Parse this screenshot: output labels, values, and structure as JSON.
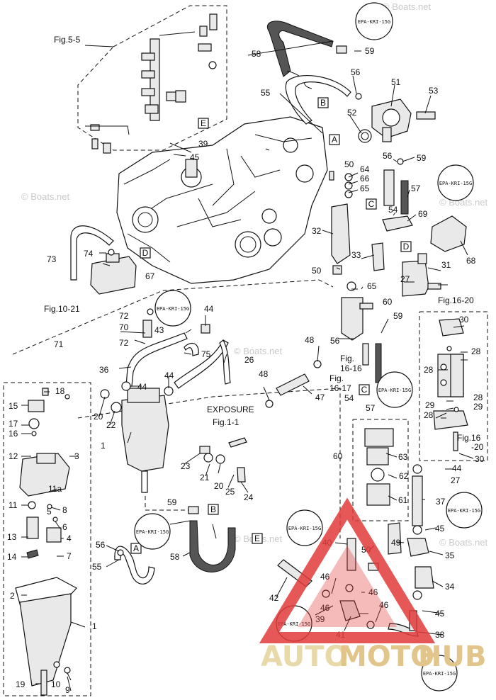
{
  "watermark": "© Boats.net",
  "figure_refs": {
    "fig_5_5": "Fig.5-5",
    "fig_10_21": "Fig.10-21",
    "fig_16_20": "Fig.16-20",
    "fig_16_16": "Fig.",
    "fig_16_16b": "16-16",
    "fig_16_17": "Fig.",
    "fig_16_17b": "16-17",
    "fig_1_1": "Fig.1-1",
    "fig_16_20b": "Fig.16",
    "fig_16_20c": "-20",
    "exposure": "EXPOSURE"
  },
  "box_labels": {
    "A": "A",
    "B": "B",
    "C": "C",
    "D": "D",
    "E": "E"
  },
  "epa_label": "EPA-KRI-15G",
  "callouts": {
    "n1": "1",
    "n2": "2",
    "n3": "3",
    "n4": "4",
    "n5": "5",
    "n6": "6",
    "n7": "7",
    "n8": "8",
    "n9": "9",
    "n10": "10",
    "n11": "11",
    "n11a": "11a",
    "n12": "12",
    "n13": "13",
    "n14": "14",
    "n15": "15",
    "n16": "16",
    "n17": "17",
    "n18": "18",
    "n19": "19",
    "n20": "20",
    "n21": "21",
    "n22": "22",
    "n23": "23",
    "n24": "24",
    "n25": "25",
    "n26": "26",
    "n27": "27",
    "n28": "28",
    "n29": "29",
    "n30": "30",
    "n31": "31",
    "n32": "32",
    "n33": "33",
    "n34": "34",
    "n35": "35",
    "n36": "36",
    "n37": "37",
    "n38": "38",
    "n39": "39",
    "n40": "40",
    "n41": "41",
    "n42": "42",
    "n43": "43",
    "n44": "44",
    "n45": "45",
    "n46": "46",
    "n47": "47",
    "n48": "48",
    "n49": "49",
    "n50": "50",
    "n51": "51",
    "n52": "52",
    "n53": "53",
    "n54": "54",
    "n55": "55",
    "n56": "56",
    "n57": "57",
    "n58": "58",
    "n59": "59",
    "n60": "60",
    "n61": "61",
    "n62": "62",
    "n63": "63",
    "n64": "64",
    "n65": "65",
    "n66": "66",
    "n67": "67",
    "n68": "68",
    "n69": "69",
    "n70": "70",
    "n71": "71",
    "n72": "72",
    "n73": "73",
    "n74": "74",
    "n75": "75"
  },
  "logo": {
    "text_auto": "AUTO",
    "text_moto": "MOTO",
    "text_hub": "HUB",
    "color_auto": "#e8d9a8",
    "color_moto": "#e2c58a",
    "color_hub": "#e2c58a",
    "triangle_color": "#e23b3b"
  }
}
